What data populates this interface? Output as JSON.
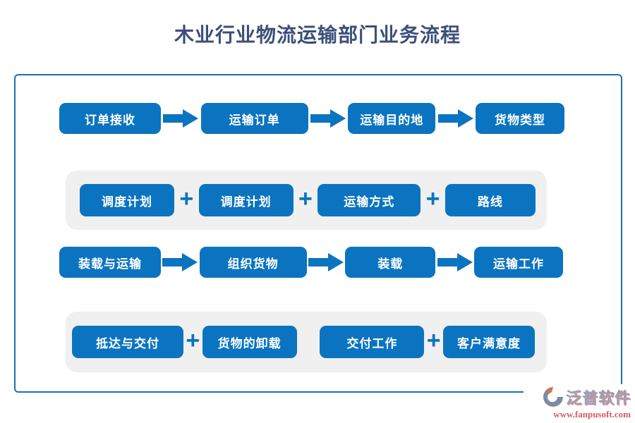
{
  "title": "木业行业物流运输部门业务流程",
  "colors": {
    "node_blue": "#0b74c0",
    "frame_blue": "#1b6fb5",
    "group_gray": "#f0f0f0",
    "title_navy": "#3c4f79",
    "logo_red": "#d75c5c"
  },
  "icons": {
    "plus_glyph": "+"
  },
  "rows": [
    {
      "connector": "arrow",
      "items": [
        "订单接收",
        "运输订单",
        "运输目的地",
        "货物类型"
      ]
    },
    {
      "connector": "plus",
      "items": [
        "调度计划",
        "调度计划",
        "运输方式",
        "路线"
      ]
    },
    {
      "connector": "arrow",
      "items": [
        "装载与运输",
        "组织货物",
        "装载",
        "运输工作"
      ]
    },
    {
      "connector": "plus-gap-plus",
      "items": [
        "抵达与交付",
        "货物的卸载",
        "交付工作",
        "客户满意度"
      ]
    }
  ],
  "logo": {
    "name": "泛普软件",
    "url": "www.fanpusoft.com"
  }
}
